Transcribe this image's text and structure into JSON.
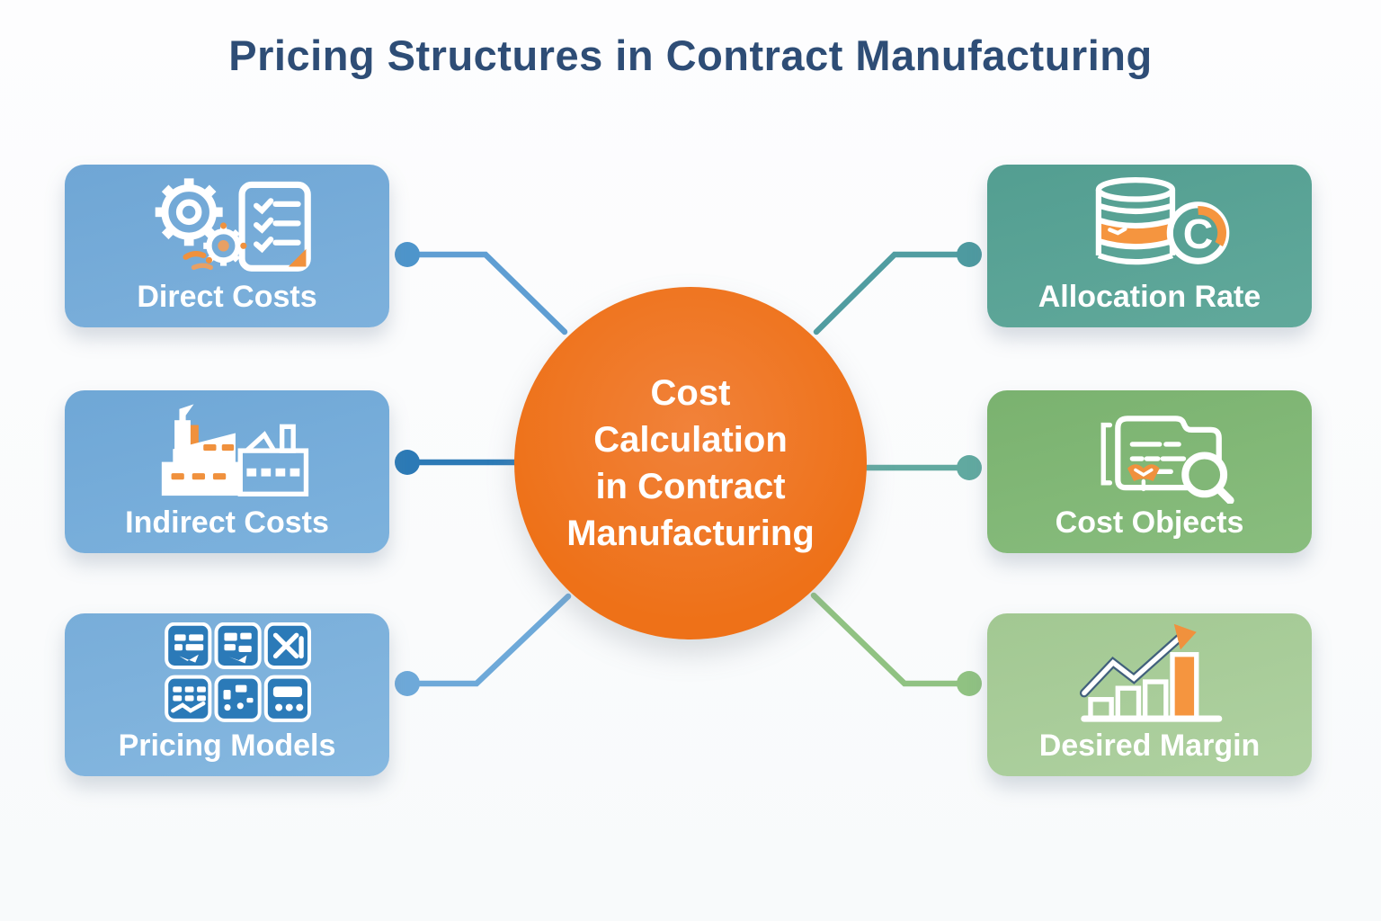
{
  "title": "Pricing Structures in Contract Manufacturing",
  "center": {
    "lines": [
      "Cost",
      "Calculation",
      "in Contract",
      "Manufacturing"
    ],
    "color": "#ee7118",
    "text_color": "#ffffff"
  },
  "nodes": {
    "left": [
      {
        "label": "Direct Costs",
        "icon": "gears-checklist-icon",
        "color": "#74a9d7",
        "connector_color": "#5f9ed3"
      },
      {
        "label": "Indirect Costs",
        "icon": "factory-icon",
        "color": "#74aad7",
        "connector_color": "#2c7ab6"
      },
      {
        "label": "Pricing Models",
        "icon": "pricing-tools-grid-icon",
        "color": "#7db1da",
        "connector_color": "#6ea9d9"
      }
    ],
    "right": [
      {
        "label": "Allocation Rate",
        "icon": "coin-stack-rate-icon",
        "badge_letter": "C",
        "color": "#58a295",
        "connector_color": "#519da1"
      },
      {
        "label": "Cost Objects",
        "icon": "document-magnifier-icon",
        "color": "#81b777",
        "connector_color": "#61a9a0"
      },
      {
        "label": "Desired Margin",
        "icon": "growth-bar-chart-icon",
        "color": "#a8cb98",
        "connector_color": "#90c282"
      }
    ]
  },
  "colors": {
    "background": "#fbfcfd",
    "title_text": "#2e4d76",
    "node_label_text": "#ffffff",
    "accent_orange": "#f0913d",
    "tile_blue": "#2b7ab8"
  }
}
